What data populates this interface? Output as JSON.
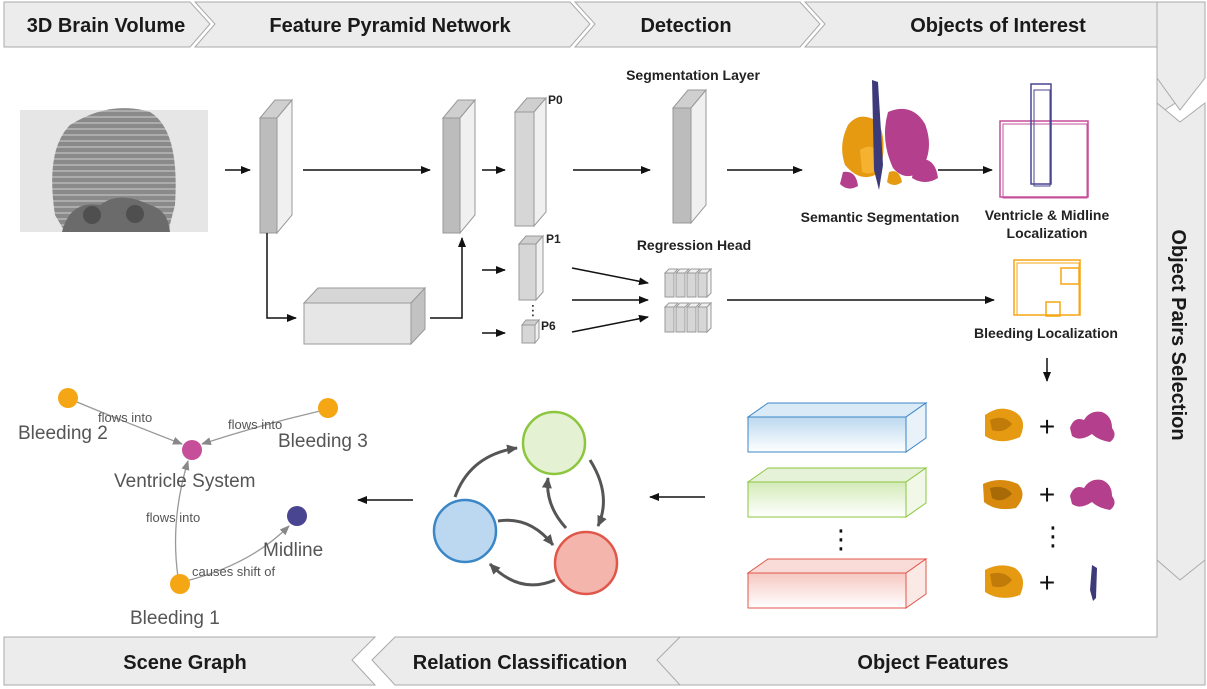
{
  "stages": {
    "brain_volume": "3D Brain Volume",
    "fpn": "Feature Pyramid Network",
    "detection": "Detection",
    "objects": "Objects of Interest",
    "pairs": "Object Pairs Selection",
    "features": "Object Features",
    "relation": "Relation Classification",
    "scene": "Scene Graph"
  },
  "labels": {
    "p0": "P0",
    "p1": "P1",
    "p6": "P6",
    "segmentation_layer": "Segmentation Layer",
    "regression_head": "Regression Head",
    "semantic_segmentation": "Semantic Segmentation",
    "ventricle_midline_1": "Ventricle & Midline",
    "ventricle_midline_2": "Localization",
    "bleeding_localization": "Bleeding Localization",
    "plus": "+",
    "dots": "⋮"
  },
  "scene_graph": {
    "nodes": {
      "bleeding_2": "Bleeding 2",
      "bleeding_3": "Bleeding 3",
      "ventricle_system": "Ventricle System",
      "midline": "Midline",
      "bleeding_1": "Bleeding 1"
    },
    "edges": {
      "b2_vs": "flows into",
      "b3_vs": "flows into",
      "b1_vs": "flows into",
      "b1_mid": "causes shift of"
    }
  },
  "colors": {
    "bleeding": "#f5a614",
    "ventricle": "#c64f9a",
    "midline": "#4a4590",
    "relation_green": "#8cc63f",
    "relation_blue": "#3b86c6",
    "relation_red": "#e0574a"
  }
}
